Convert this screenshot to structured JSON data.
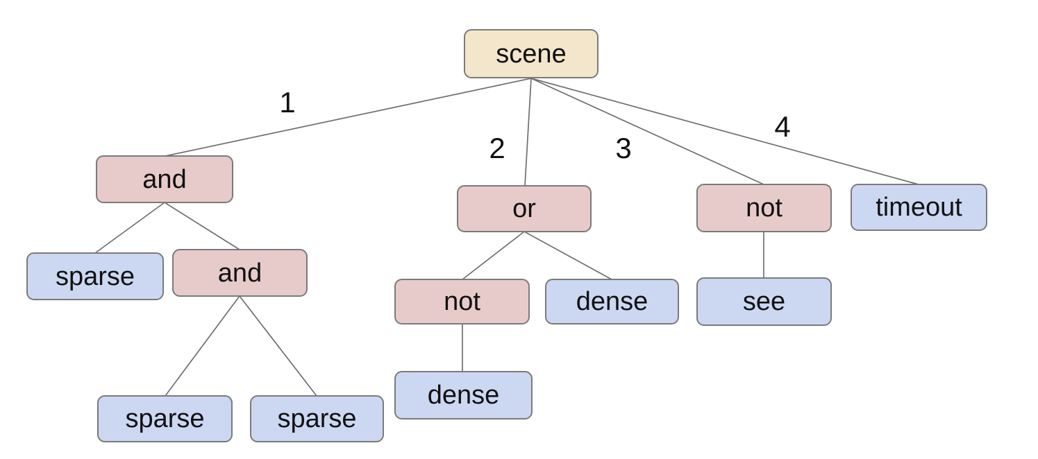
{
  "diagram": {
    "type": "tree",
    "description": "Behavior-tree style scene diagram with numbered branches from the root",
    "colors": {
      "background": "#ffffff",
      "root_fill": "#f4e6cb",
      "composite_fill": "#e7cbca",
      "leaf_fill": "#ccd8f2",
      "node_border": "#7a7a7a",
      "edge_line": "#6e6e6e",
      "text": "#111111"
    },
    "nodes": [
      {
        "id": "scene",
        "label": "scene",
        "kind": "root"
      },
      {
        "id": "and-1",
        "label": "and",
        "kind": "composite"
      },
      {
        "id": "or-1",
        "label": "or",
        "kind": "composite"
      },
      {
        "id": "not-1",
        "label": "not",
        "kind": "composite"
      },
      {
        "id": "timeout-1",
        "label": "timeout",
        "kind": "leaf"
      },
      {
        "id": "sparse-1",
        "label": "sparse",
        "kind": "leaf"
      },
      {
        "id": "and-2",
        "label": "and",
        "kind": "composite"
      },
      {
        "id": "not-2",
        "label": "not",
        "kind": "composite"
      },
      {
        "id": "dense-1",
        "label": "dense",
        "kind": "leaf"
      },
      {
        "id": "see-1",
        "label": "see",
        "kind": "leaf"
      },
      {
        "id": "sparse-2",
        "label": "sparse",
        "kind": "leaf"
      },
      {
        "id": "sparse-3",
        "label": "sparse",
        "kind": "leaf"
      },
      {
        "id": "dense-2",
        "label": "dense",
        "kind": "leaf"
      }
    ],
    "edges": [
      {
        "from": "scene",
        "to": "and-1",
        "label": "1"
      },
      {
        "from": "scene",
        "to": "or-1",
        "label": "2"
      },
      {
        "from": "scene",
        "to": "not-1",
        "label": "3"
      },
      {
        "from": "scene",
        "to": "timeout-1",
        "label": "4"
      },
      {
        "from": "and-1",
        "to": "sparse-1",
        "label": ""
      },
      {
        "from": "and-1",
        "to": "and-2",
        "label": ""
      },
      {
        "from": "and-2",
        "to": "sparse-2",
        "label": ""
      },
      {
        "from": "and-2",
        "to": "sparse-3",
        "label": ""
      },
      {
        "from": "or-1",
        "to": "not-2",
        "label": ""
      },
      {
        "from": "or-1",
        "to": "dense-1",
        "label": ""
      },
      {
        "from": "not-2",
        "to": "dense-2",
        "label": ""
      },
      {
        "from": "not-1",
        "to": "see-1",
        "label": ""
      }
    ],
    "structure": {
      "scene": [
        {
          "branch": "1",
          "node": "and",
          "children": [
            {
              "node": "sparse"
            },
            {
              "node": "and",
              "children": [
                {
                  "node": "sparse"
                },
                {
                  "node": "sparse"
                }
              ]
            }
          ]
        },
        {
          "branch": "2",
          "node": "or",
          "children": [
            {
              "node": "not",
              "children": [
                {
                  "node": "dense"
                }
              ]
            },
            {
              "node": "dense"
            }
          ]
        },
        {
          "branch": "3",
          "node": "not",
          "children": [
            {
              "node": "see"
            }
          ]
        },
        {
          "branch": "4",
          "node": "timeout",
          "children": []
        }
      ]
    }
  }
}
